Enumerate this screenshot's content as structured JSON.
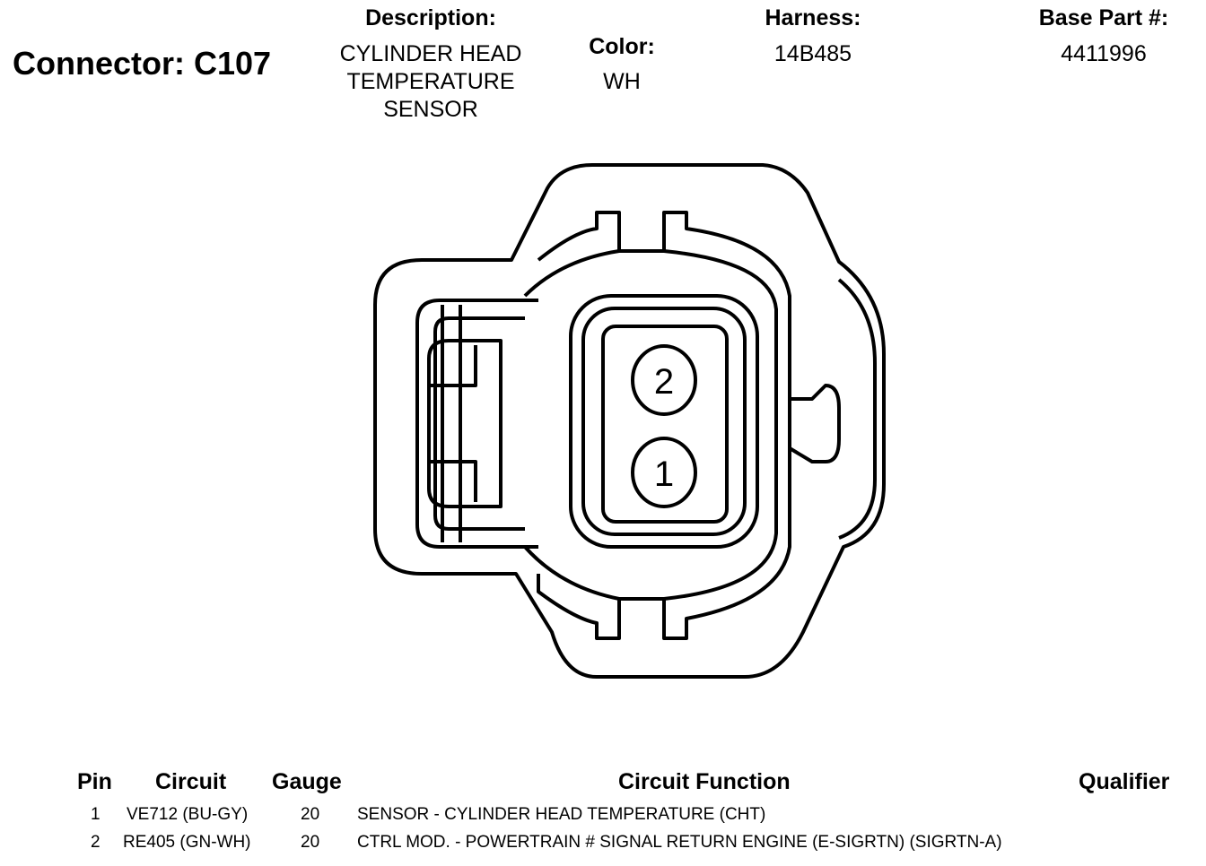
{
  "header": {
    "connector_title": "Connector: C107",
    "description_label": "Description:",
    "description_lines": [
      "CYLINDER HEAD",
      "TEMPERATURE",
      "SENSOR"
    ],
    "color_label": "Color:",
    "color_value": "WH",
    "harness_label": "Harness:",
    "harness_value": "14B485",
    "base_part_label": "Base Part #:",
    "base_part_value": "4411996"
  },
  "diagram": {
    "pins": [
      {
        "label": "2"
      },
      {
        "label": "1"
      }
    ]
  },
  "table": {
    "headers": {
      "pin": "Pin",
      "circuit": "Circuit",
      "gauge": "Gauge",
      "function": "Circuit Function",
      "qualifier": "Qualifier"
    },
    "rows": [
      {
        "pin": "1",
        "circuit": "VE712 (BU-GY)",
        "gauge": "20",
        "function": "SENSOR - CYLINDER HEAD TEMPERATURE (CHT)",
        "qualifier": ""
      },
      {
        "pin": "2",
        "circuit": "RE405 (GN-WH)",
        "gauge": "20",
        "function": "CTRL MOD. - POWERTRAIN # SIGNAL RETURN ENGINE (E-SIGRTN) (SIGRTN-A)",
        "qualifier": ""
      }
    ]
  }
}
